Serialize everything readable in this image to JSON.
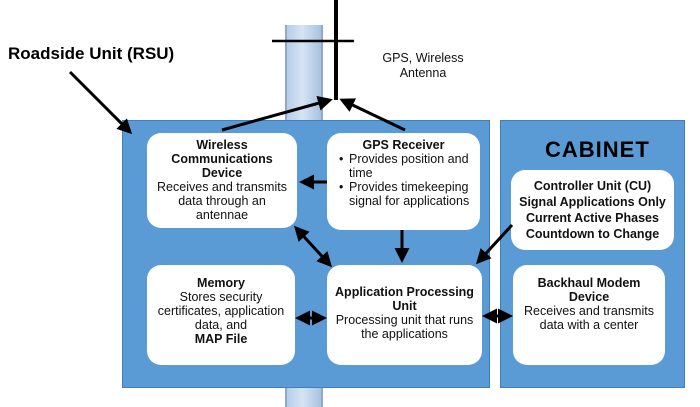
{
  "labels": {
    "rsu": "Roadside Unit (RSU)",
    "antenna": "GPS, Wireless Antenna",
    "cabinet": "CABINET"
  },
  "boxes": {
    "wireless": {
      "title": "Wireless Communications Device",
      "body": "Receives and transmits data through an antennae"
    },
    "gps": {
      "title": "GPS Receiver",
      "items": [
        "Provides position and time",
        "Provides timekeeping signal for applications"
      ]
    },
    "memory": {
      "title": "Memory",
      "body": "Stores security certificates, application data, and",
      "extra": "MAP File"
    },
    "apu": {
      "title": "Application Processing Unit",
      "body": "Processing unit that runs the applications"
    },
    "controller": {
      "lines": [
        "Controller Unit (CU)",
        "Signal Applications Only",
        "Current Active Phases",
        "Countdown to Change"
      ]
    },
    "backhaul": {
      "title": "Backhaul Modem Device",
      "body": "Receives and transmits data with a center"
    }
  },
  "colors": {
    "panel": "#5b9bd5",
    "pole": "#c7d8ee",
    "box": "#ffffff",
    "arrow": "#000000"
  }
}
